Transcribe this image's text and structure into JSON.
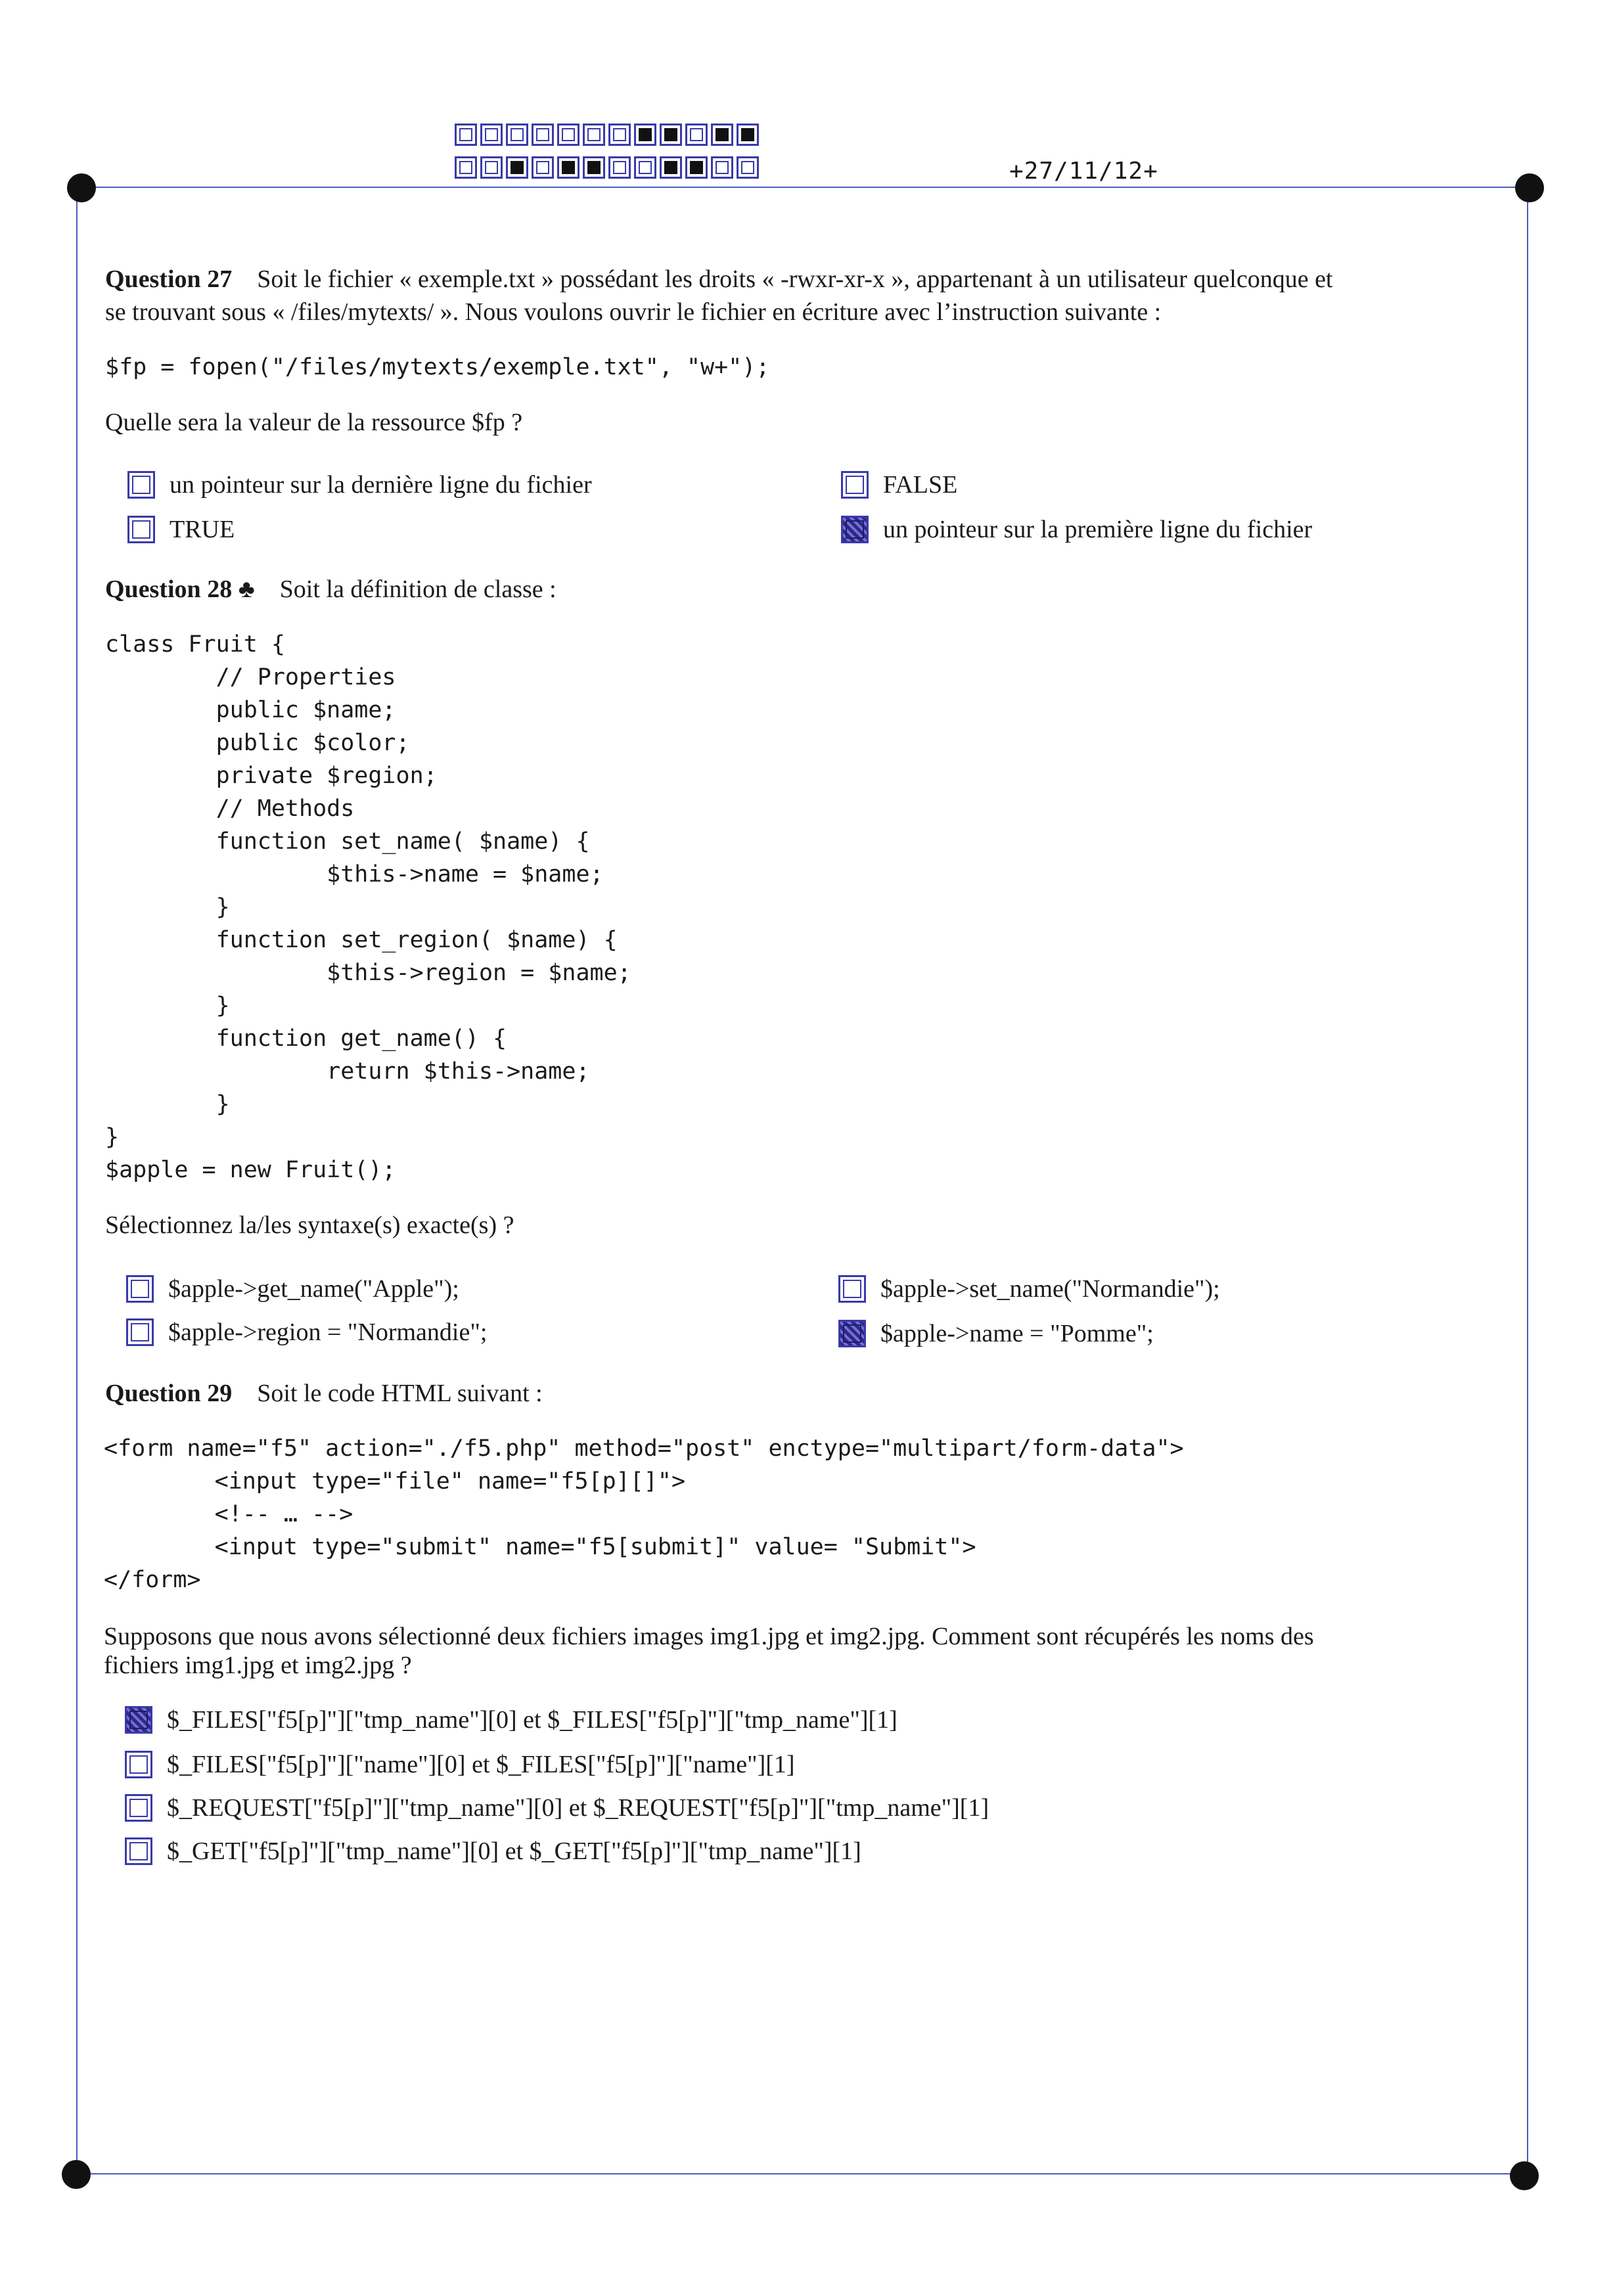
{
  "header": {
    "barcode_row1": [
      0,
      0,
      0,
      0,
      0,
      0,
      0,
      1,
      1,
      0,
      1,
      1
    ],
    "barcode_row2": [
      0,
      0,
      1,
      0,
      1,
      1,
      0,
      0,
      1,
      1,
      0,
      0
    ],
    "date": "+27/11/12+"
  },
  "q27": {
    "label": "Question 27",
    "line1": "Soit le fichier « exemple.txt » possédant les droits « -rwxr-xr-x », appartenant à un utilisateur quelconque et",
    "line2": "se trouvant sous « /files/mytexts/ ». Nous voulons ouvrir le fichier en écriture avec l’instruction suivante :",
    "code": "$fp = fopen(\"/files/mytexts/exemple.txt\", \"w+\");",
    "prompt": "Quelle sera la valeur de la ressource $fp ?",
    "choices": [
      {
        "text": "un pointeur sur la dernière ligne du fichier",
        "checked": false
      },
      {
        "text": "TRUE",
        "checked": false
      },
      {
        "text": "FALSE",
        "checked": false
      },
      {
        "text": "un pointeur sur la première ligne du fichier",
        "checked": true
      }
    ]
  },
  "q28": {
    "label": "Question 28 ♣",
    "intro": "Soit la définition de classe :",
    "code": "class Fruit {\n        // Properties\n        public $name;\n        public $color;\n        private $region;\n        // Methods\n        function set_name( $name) {\n                $this->name = $name;\n        }\n        function set_region( $name) {\n                $this->region = $name;\n        }\n        function get_name() {\n                return $this->name;\n        }\n}\n$apple = new Fruit();",
    "prompt": "Sélectionnez la/les syntaxe(s) exacte(s) ?",
    "choices": [
      {
        "text": "$apple->get_name(\"Apple\");",
        "checked": false
      },
      {
        "text": "$apple->region = \"Normandie\";",
        "checked": false
      },
      {
        "text": "$apple->set_name(\"Normandie\");",
        "checked": false
      },
      {
        "text": "$apple->name = \"Pomme\";",
        "checked": true
      }
    ]
  },
  "q29": {
    "label": "Question 29",
    "intro": "Soit le code HTML suivant :",
    "code": "<form name=\"f5\" action=\"./f5.php\" method=\"post\" enctype=\"multipart/form-data\">\n        <input type=\"file\" name=\"f5[p][]\">\n        <!-- … -->\n        <input type=\"submit\" name=\"f5[submit]\" value= \"Submit\">\n</form>",
    "prompt_line1": "Supposons que nous avons sélectionné deux fichiers images img1.jpg et img2.jpg.  Comment sont récupérés les noms des",
    "prompt_line2": "fichiers img1.jpg et img2.jpg ?",
    "choices": [
      {
        "text": "$_FILES[\"f5[p]\"][\"tmp_name\"][0] et $_FILES[\"f5[p]\"][\"tmp_name\"][1]",
        "checked": true
      },
      {
        "text": "$_FILES[\"f5[p]\"][\"name\"][0] et $_FILES[\"f5[p]\"][\"name\"][1]",
        "checked": false
      },
      {
        "text": "$_REQUEST[\"f5[p]\"][\"tmp_name\"][0] et $_REQUEST[\"f5[p]\"][\"tmp_name\"][1]",
        "checked": false
      },
      {
        "text": "$_GET[\"f5[p]\"][\"tmp_name\"][0] et $_GET[\"f5[p]\"][\"tmp_name\"][1]",
        "checked": false
      }
    ]
  }
}
